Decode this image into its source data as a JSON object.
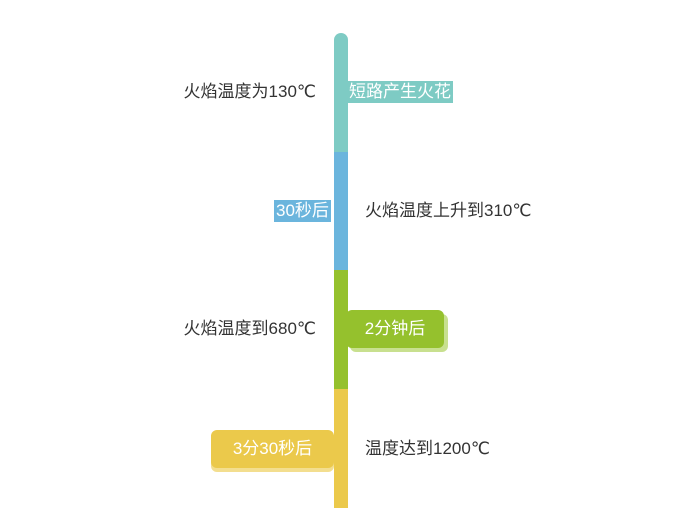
{
  "timeline": {
    "steps": [
      {
        "label": "短路产生火花",
        "description": "火焰温度为130℃",
        "color": "#7ecbc4"
      },
      {
        "label": "30秒后",
        "description": "火焰温度上升到310℃",
        "color": "#6bb5dd"
      },
      {
        "label": "2分钟后",
        "description": "火焰温度到680℃",
        "color": "#95c12d"
      },
      {
        "label": "3分30秒后",
        "description": "温度达到1200℃",
        "color": "#ebc94b"
      }
    ]
  }
}
